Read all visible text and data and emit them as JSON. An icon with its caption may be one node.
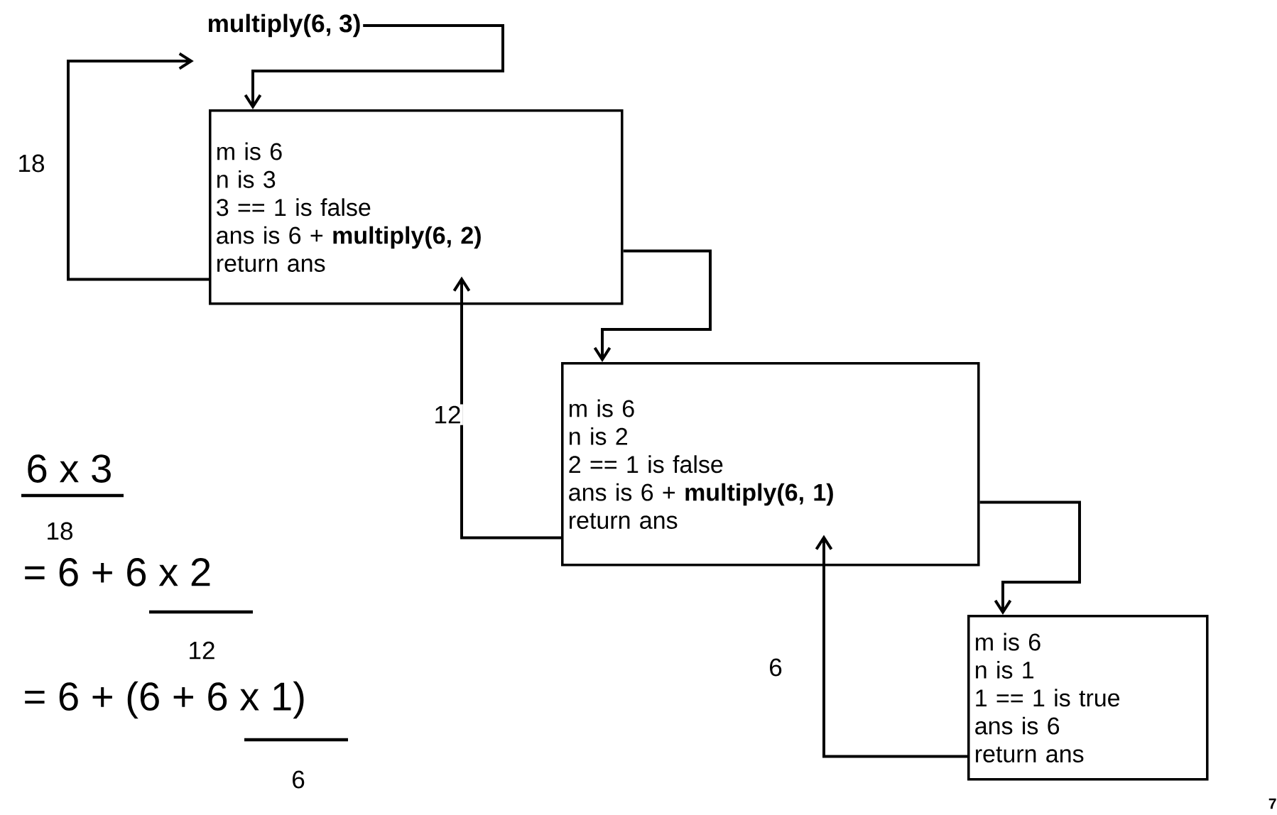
{
  "diagram": {
    "nodes": [
      {
        "text": [
          "multiply(6, 3)"
        ]
      },
      {
        "text": [
          "m is 6",
          "n is 3",
          "3 == 1 is false",
          "ans is 6 + **multiply(6, 2)**",
          "return ans"
        ]
      },
      {
        "text": [
          "m is 6",
          "n is 2",
          "2 == 1 is false",
          "ans is 6 + **multiply(6, 1)**",
          "return ans"
        ]
      },
      {
        "text": [
          "m is 6",
          "n is 1",
          "1 == 1 is true",
          "ans is 6",
          "return ans"
        ]
      }
    ],
    "edges": [
      {
        "from": 0,
        "to": 1,
        "arrow": "to"
      },
      {
        "from": 1,
        "to": 0,
        "arrow": "to",
        "label": "18"
      },
      {
        "from": 1,
        "to": 2,
        "arrow": "to"
      },
      {
        "from": 2,
        "to": 1,
        "arrow": "to",
        "label": "12"
      },
      {
        "from": 2,
        "to": 3,
        "arrow": "to"
      },
      {
        "from": 3,
        "to": 2,
        "arrow": "to",
        "label": "6"
      }
    ],
    "labels": [
      "6 x 3",
      "18",
      "= 6 + 6 x 2",
      "12",
      "= 6 + (6 + 6 x 1)",
      "6",
      "7"
    ]
  }
}
